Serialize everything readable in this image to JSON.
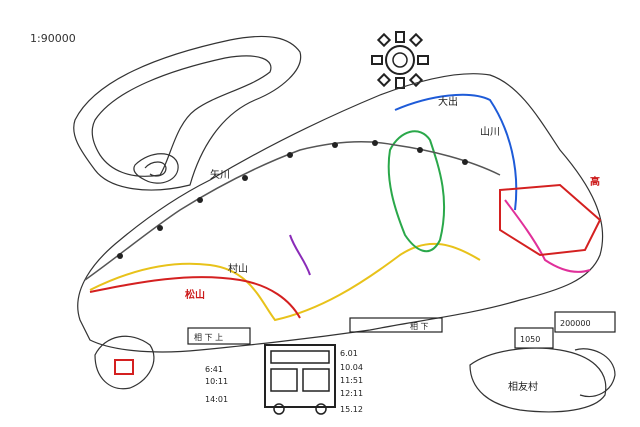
{
  "scale_text": "1:90000",
  "place_labels": [
    {
      "id": "yagawa",
      "text": "矢川"
    },
    {
      "id": "murayama",
      "text": "村山"
    },
    {
      "id": "oide",
      "text": "大出"
    },
    {
      "id": "tomoshitsu",
      "text": "相友村"
    },
    {
      "id": "sankawa",
      "text": "山川"
    }
  ],
  "red_labels": [
    {
      "id": "sw-red",
      "text": "松山"
    },
    {
      "id": "e-red",
      "text": "高"
    }
  ],
  "scale_box_value": "200000",
  "box_value_2": "1050",
  "timetable_left": {
    "title": "相 下 上",
    "times": [
      "6:41",
      "10:11",
      "14:01"
    ]
  },
  "timetable_right": {
    "title": "相 下",
    "times": [
      "6.01",
      "10.04",
      "11:51",
      "12:11",
      "15.12"
    ]
  },
  "colors": {
    "yellow_route": "#e8c21a",
    "red_route": "#d42020",
    "green_route": "#2aa84a",
    "blue_route": "#1e5bd8",
    "purple_route": "#8a2bb8",
    "pink_route": "#e0309a",
    "ink": "#2a2a2a"
  }
}
